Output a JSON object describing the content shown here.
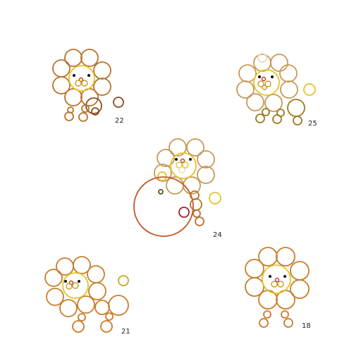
{
  "figures": [
    {
      "id": "lion-22",
      "label": "22"
    },
    {
      "id": "lion-25",
      "label": "25"
    },
    {
      "id": "lion-24",
      "label": "24"
    },
    {
      "id": "lion-21",
      "label": "21"
    },
    {
      "id": "lion-18",
      "label": "18"
    }
  ],
  "colors": {
    "mane_brown": "#b8722a",
    "mane_tan": "#c99858",
    "mane_orange": "#c97d2a",
    "face_yellow": "#e2c42a",
    "nose_red": "#c0392b",
    "dark_brown": "#8a4a22",
    "olive": "#9a7b1f",
    "big_circle": "#c1562a",
    "crimson": "#a2202a",
    "dark_olive": "#4a5a1a",
    "pale": "#e8dcc0",
    "eye": "#111111"
  }
}
